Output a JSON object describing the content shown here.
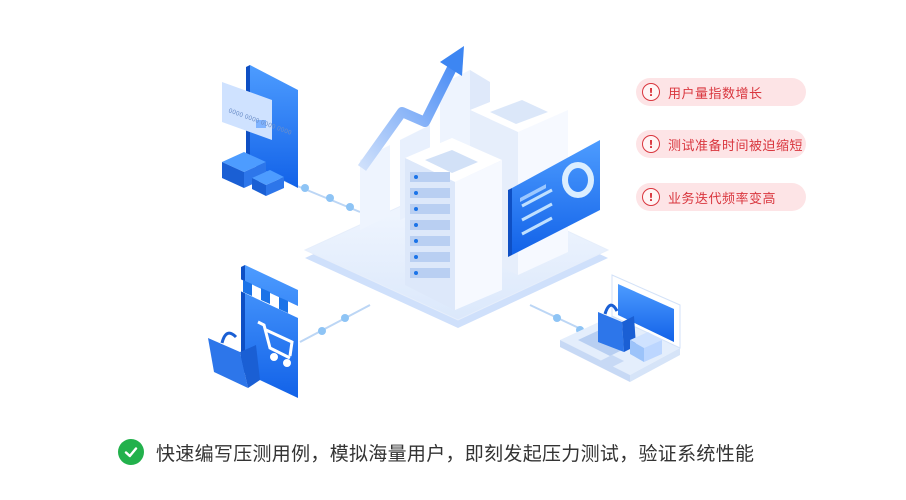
{
  "alerts": [
    {
      "icon": "!",
      "text": "用户量指数增长"
    },
    {
      "icon": "!",
      "text": "测试准备时间被迫缩短"
    },
    {
      "icon": "!",
      "text": "业务迭代频率变高"
    }
  ],
  "card_number": "0000 0000 0000 0000",
  "caption": {
    "text": "快速编写压测用例，模拟海量用户，即刻发起压力测试，验证系统性能"
  },
  "colors": {
    "primary_blue": "#1a73e8",
    "alert_red": "#d9363e",
    "alert_bg": "#fde4e6",
    "success_green": "#22b14c"
  }
}
